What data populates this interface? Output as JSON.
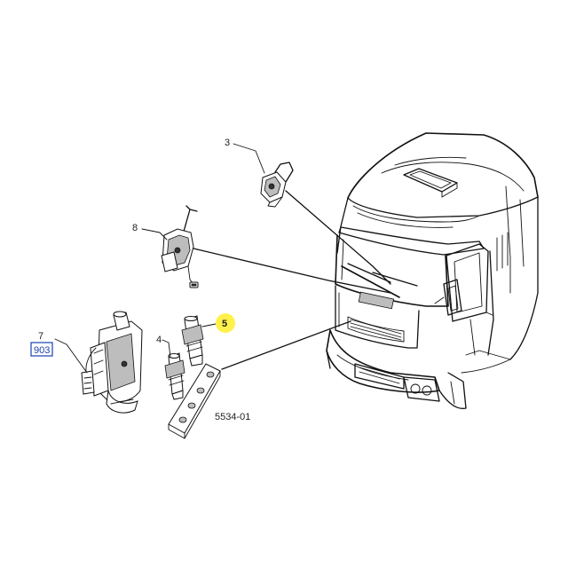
{
  "diagram": {
    "callouts": {
      "c3": "3",
      "c8": "8",
      "c7": "7",
      "c7_ref": "903",
      "c4": "4",
      "c5": "5"
    },
    "drawing_code": "5534-01",
    "colors": {
      "line": "#111111",
      "highlight": "#fff14a",
      "ref_box": "#1a3fb0"
    }
  }
}
